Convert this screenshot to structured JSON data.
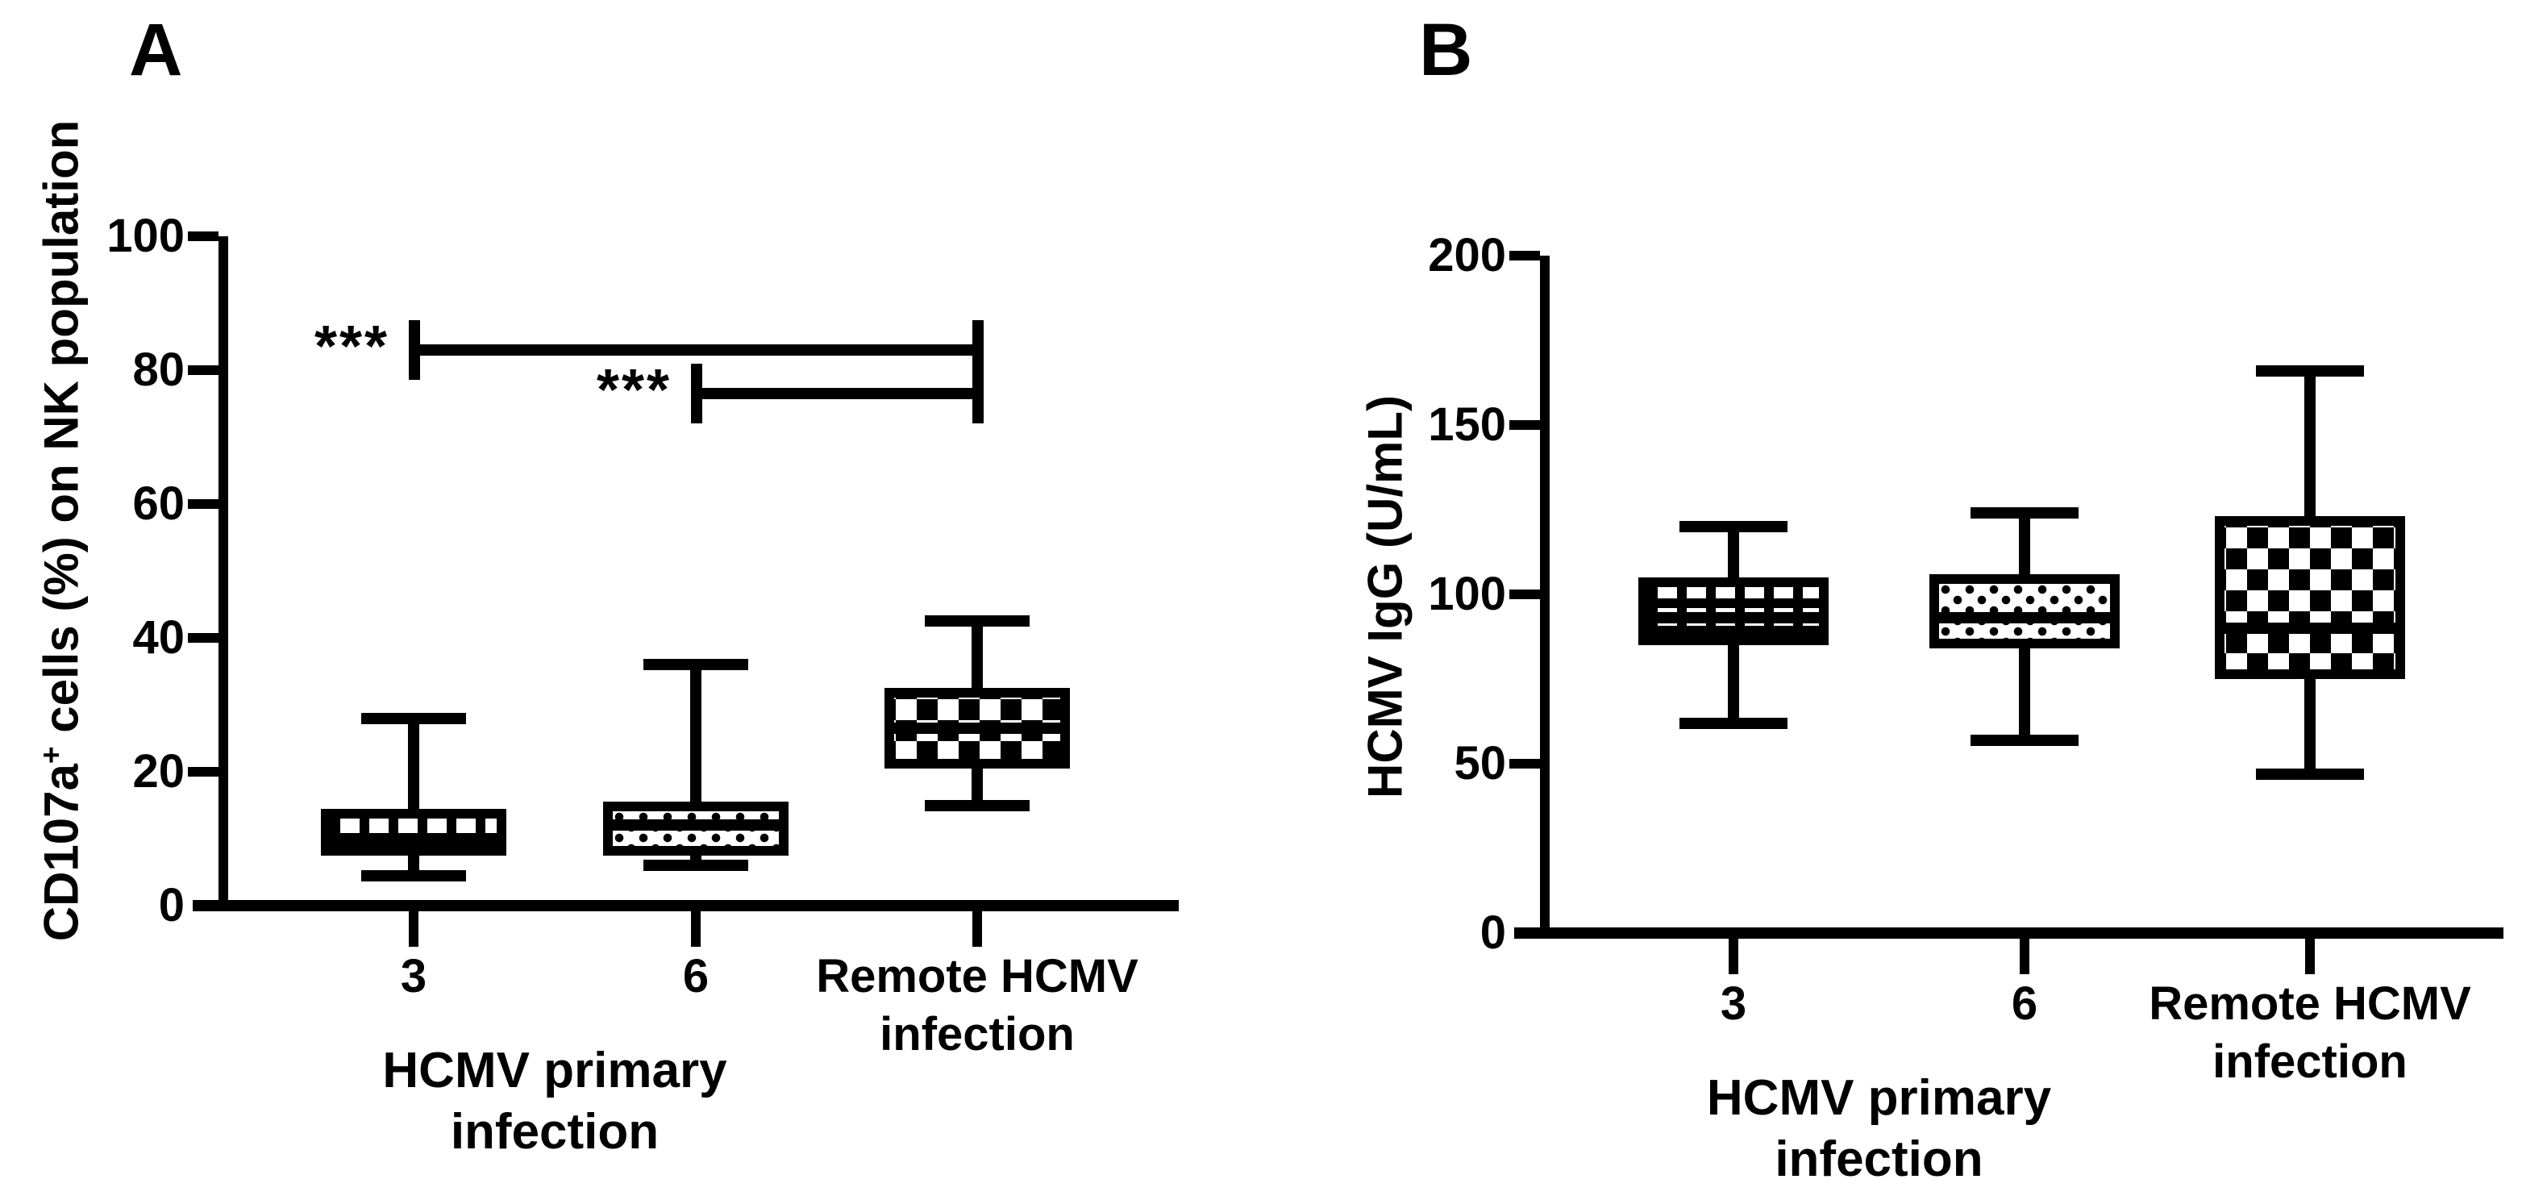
{
  "figure": {
    "background_color": "#ffffff",
    "ink_color": "#000000"
  },
  "chart_data": [
    {
      "type": "box",
      "panel_label": "A",
      "ylabel_main": "CD107a",
      "ylabel_sup": "+",
      "ylabel_rest": " cells (%) on NK population",
      "xlabel_lines": [
        "HCMV primary",
        "infection"
      ],
      "categories": [
        [
          "3"
        ],
        [
          "6"
        ],
        [
          "Remote HCMV",
          "infection"
        ]
      ],
      "yticks": [
        0,
        20,
        40,
        60,
        80,
        100
      ],
      "ylim": [
        0,
        100
      ],
      "grid": "off",
      "boxes": [
        {
          "category": "3",
          "pattern": "vertical-grid",
          "whisker_min": 4.5,
          "q1": 7.5,
          "median": 10,
          "q3": 14.5,
          "whisker_max": 28
        },
        {
          "category": "6",
          "pattern": "dots",
          "whisker_min": 6,
          "q1": 7.5,
          "median": 12,
          "q3": 15.5,
          "whisker_max": 36
        },
        {
          "category": "Remote HCMV infection",
          "pattern": "checkerboard",
          "whisker_min": 15,
          "q1": 20.5,
          "median": 26.5,
          "q3": 32.5,
          "whisker_max": 42.5
        }
      ],
      "significance": [
        {
          "label": "***",
          "group_from": 0,
          "group_to": 2,
          "level": 83
        },
        {
          "label": "***",
          "group_from": 1,
          "group_to": 2,
          "level": 76.5
        }
      ]
    },
    {
      "type": "box",
      "panel_label": "B",
      "ylabel_main": "HCMV IgG (U/mL)",
      "ylabel_sup": "",
      "ylabel_rest": "",
      "xlabel_lines": [
        "HCMV primary",
        "infection"
      ],
      "categories": [
        [
          "3"
        ],
        [
          "6"
        ],
        [
          "Remote HCMV",
          "infection"
        ]
      ],
      "yticks": [
        0,
        50,
        100,
        150,
        200
      ],
      "ylim": [
        0,
        200
      ],
      "grid": "off",
      "boxes": [
        {
          "category": "3",
          "pattern": "vertical-grid",
          "whisker_min": 62,
          "q1": 85,
          "median": 93,
          "q3": 105,
          "whisker_max": 120
        },
        {
          "category": "6",
          "pattern": "dots",
          "whisker_min": 57,
          "q1": 84,
          "median": 93,
          "q3": 106,
          "whisker_max": 124
        },
        {
          "category": "Remote HCMV infection",
          "pattern": "checkerboard",
          "whisker_min": 47,
          "q1": 75,
          "median": 90,
          "q3": 123,
          "whisker_max": 166
        }
      ],
      "significance": []
    }
  ]
}
